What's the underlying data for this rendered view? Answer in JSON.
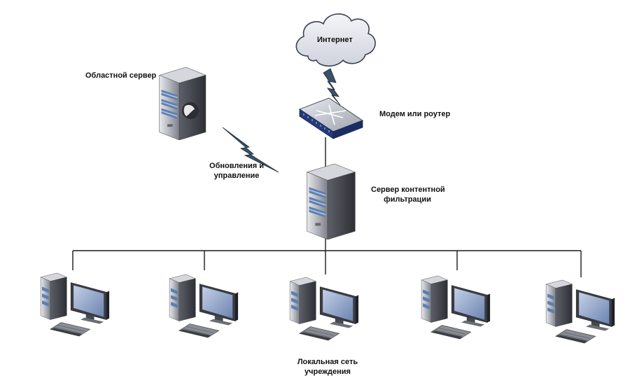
{
  "labels": {
    "internet": "Интернет",
    "regional_server": "Областной сервер",
    "router": "Модем или роутер",
    "updates_line1": "Обновления и",
    "updates_line2": "управление",
    "filter_server_line1": "Сервер контентной",
    "filter_server_line2": "фильтрации",
    "lan_line1": "Локальная сеть",
    "lan_line2": "учреждения"
  },
  "icons": {
    "cloud": "cloud-icon",
    "router": "router-icon",
    "server": "server-tower-icon",
    "workstation": "workstation-icon",
    "link": "lightning-link-icon"
  },
  "colors": {
    "cloud_fill": "#e4e6ee",
    "cloud_stroke": "#3b4054",
    "router_body": "#243a7c",
    "server_body": "#9a9da6",
    "server_stripe": "#5b7fb2",
    "monitor_screen": "#93a6c8",
    "line": "#1a1a1a",
    "lightning": "#3c5068"
  },
  "workstation_count": 5
}
